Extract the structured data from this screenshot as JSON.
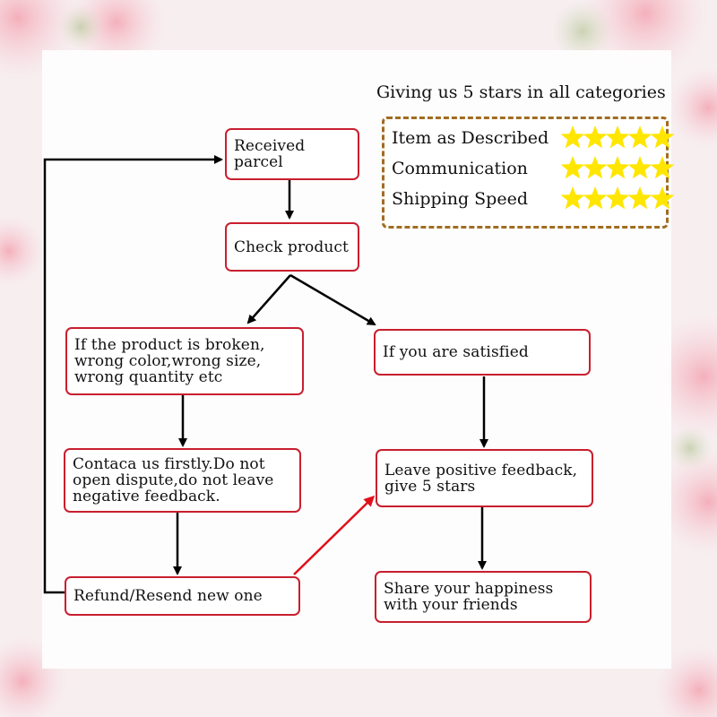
{
  "rating_panel": {
    "title": "Giving us 5 stars in all categories",
    "star_color": "#ffe600",
    "rows": [
      {
        "label": "Item as Described",
        "stars": 5
      },
      {
        "label": "Communication",
        "stars": 5
      },
      {
        "label": "Shipping Speed",
        "stars": 5
      }
    ]
  },
  "flow": {
    "received": "Received parcel",
    "check": "Check product",
    "broken": "If the product is broken,\nwrong color,wrong size,\nwrong quantity etc",
    "satisfied": "If you are satisfied",
    "contact": "Contaca us firstly.Do not\nopen dispute,do not leave\nnegative feedback.",
    "leave": "Leave positive feedback,\ngive 5 stars",
    "refund": "Refund/Resend new one",
    "share": "Share your happiness\nwith your friends"
  },
  "colors": {
    "node_border": "#c81f2e",
    "arrow": "#000000",
    "highlight_arrow": "#e0101a",
    "rating_border": "#a06d22"
  }
}
